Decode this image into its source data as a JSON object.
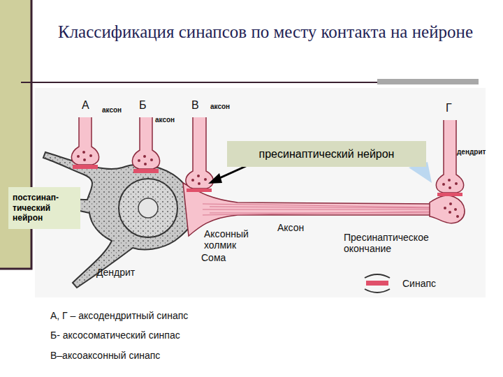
{
  "diagram": {
    "title": "Классификация синапсов по месту контакта на нейроне",
    "nodes": [
      {
        "text": [
          "пресинаптический нейрон"
        ]
      },
      {
        "text": [
          "постсинап-тический нейрон"
        ]
      }
    ],
    "labels": [
      "А",
      "аксон",
      "Б",
      "аксон",
      "В",
      "аксон",
      "Г",
      "дендрит",
      "Аксон",
      "Аксонный холмик",
      "Сома",
      "Дендрит",
      "Пресинаптическое окончание",
      "А, Г – аксодендритный синапс",
      "Б- аксосоматический синпас",
      "В–аксоаксонный синапс"
    ],
    "legend": [
      {
        "text": "Синапс"
      }
    ]
  }
}
